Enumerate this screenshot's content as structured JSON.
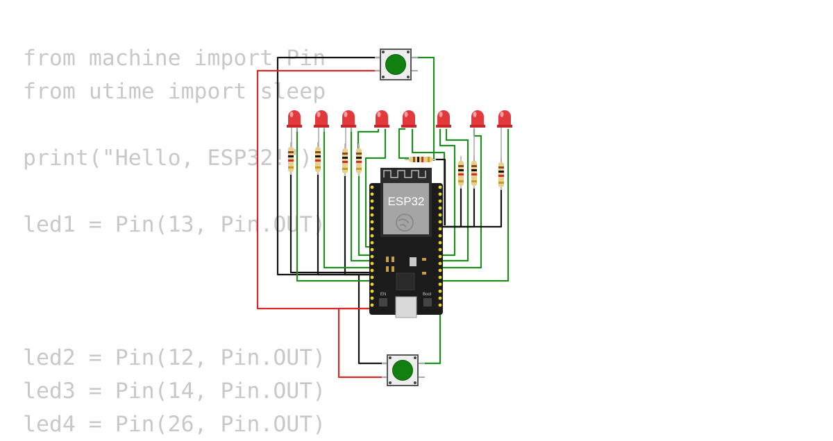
{
  "code": {
    "lines": [
      "from machine import Pin",
      "from utime import sleep",
      "",
      "print(\"Hello, ESP32!\")",
      "",
      "led1 = Pin(13, Pin.OUT)",
      "",
      "",
      "",
      "led2 = Pin(12, Pin.OUT)",
      "led3 = Pin(14, Pin.OUT)",
      "led4 = Pin(26, Pin.OUT)"
    ]
  },
  "board": {
    "label": "ESP32",
    "btn_en": "EN",
    "btn_boot": "Boot"
  },
  "icons": {
    "board_logo": "espressif-logo-icon",
    "led": "led-icon",
    "resistor": "resistor-icon",
    "button": "push-button-icon"
  },
  "colors": {
    "wire_green": "#1e8c1e",
    "wire_black": "#111111",
    "wire_red": "#d42a2a",
    "led_red": "#e3383c",
    "button_green": "#118011",
    "board": "#1b1b1b",
    "code_text": "#c8c8c8"
  }
}
